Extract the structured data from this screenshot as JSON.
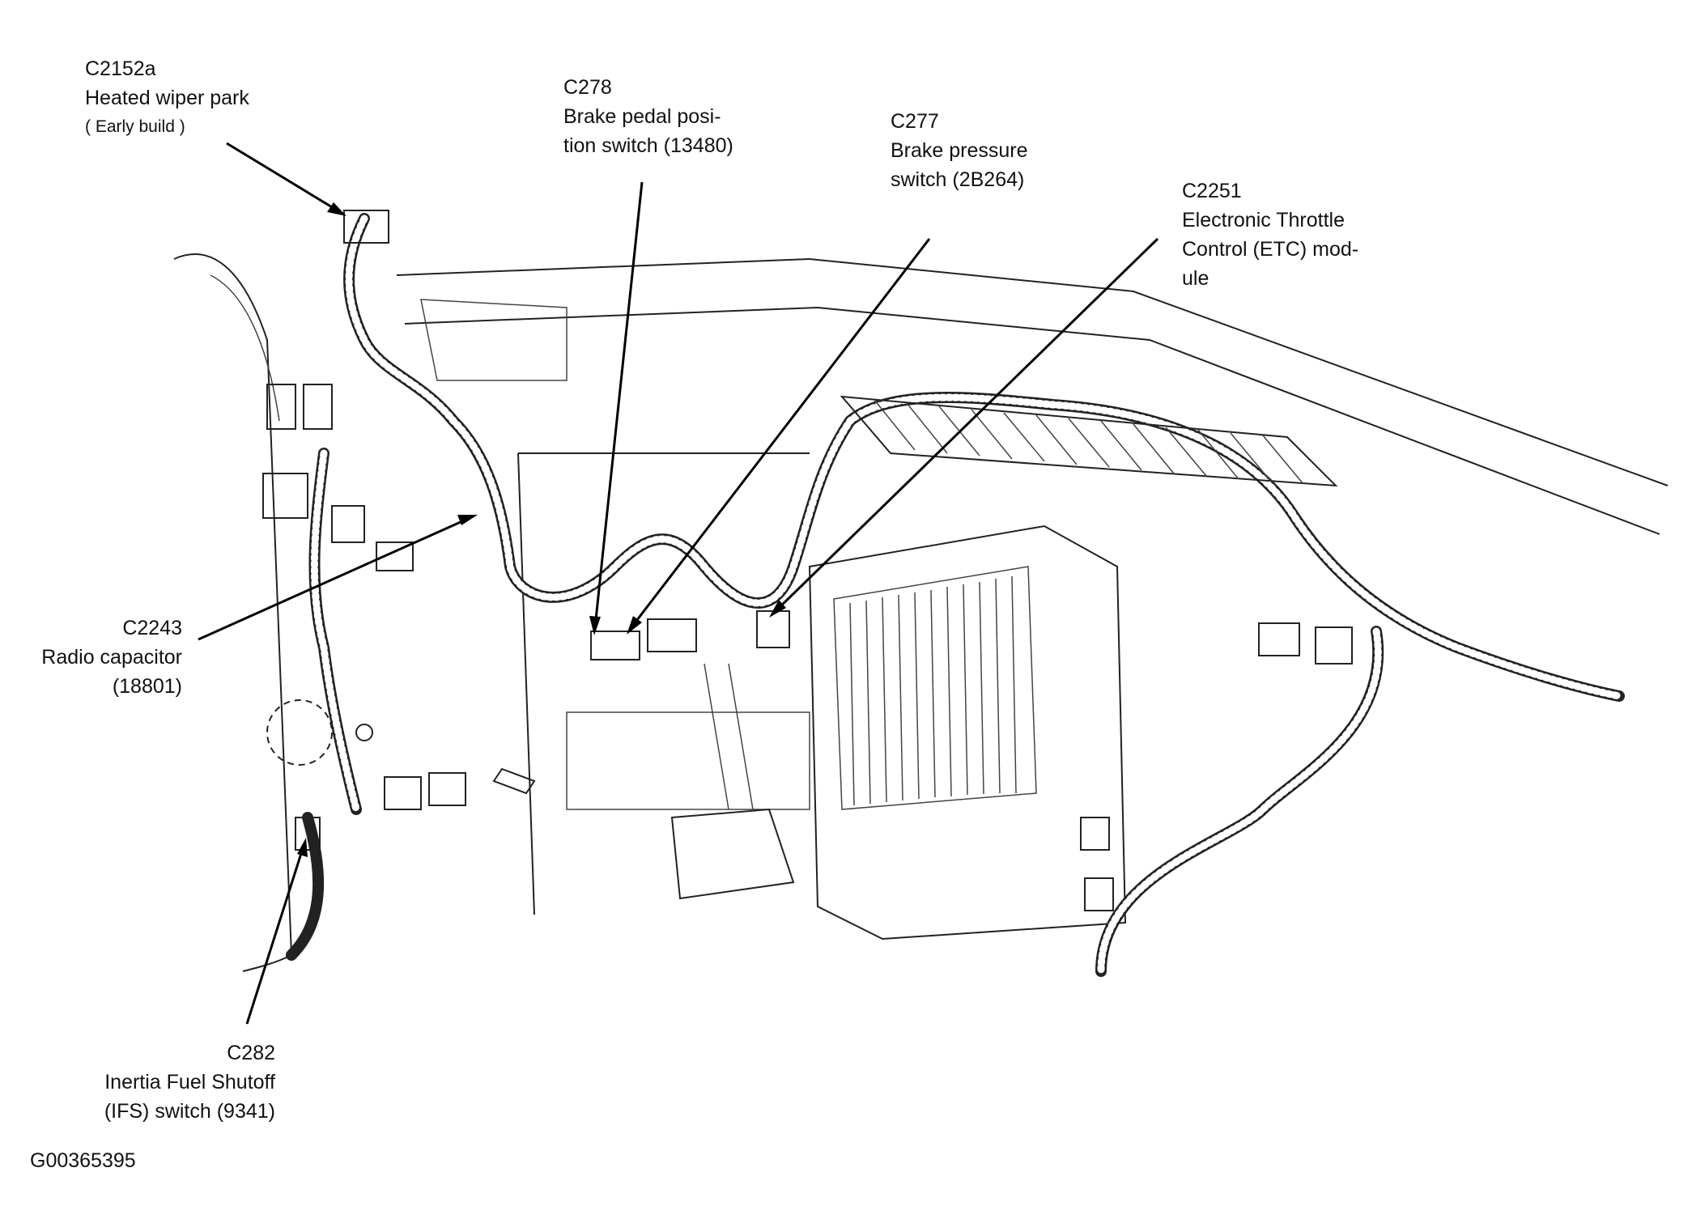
{
  "figure_id": "G00365395",
  "callouts": [
    {
      "id": "c2152a",
      "connector": "C2152a",
      "lines": [
        "Heated wiper park"
      ],
      "note": "( Early build )"
    },
    {
      "id": "c278",
      "connector": "C278",
      "lines": [
        "Brake pedal posi-",
        "tion switch (13480)"
      ]
    },
    {
      "id": "c277",
      "connector": "C277",
      "lines": [
        "Brake pressure",
        "switch (2B264)"
      ]
    },
    {
      "id": "c2251",
      "connector": "C2251",
      "lines": [
        "Electronic Throttle",
        "Control (ETC) mod-",
        "ule"
      ]
    },
    {
      "id": "c2243",
      "connector": "C2243",
      "lines": [
        "Radio capacitor",
        "(18801)"
      ]
    },
    {
      "id": "c282",
      "connector": "C282",
      "lines": [
        "Inertia Fuel Shutoff",
        "(IFS) switch (9341)"
      ]
    }
  ]
}
